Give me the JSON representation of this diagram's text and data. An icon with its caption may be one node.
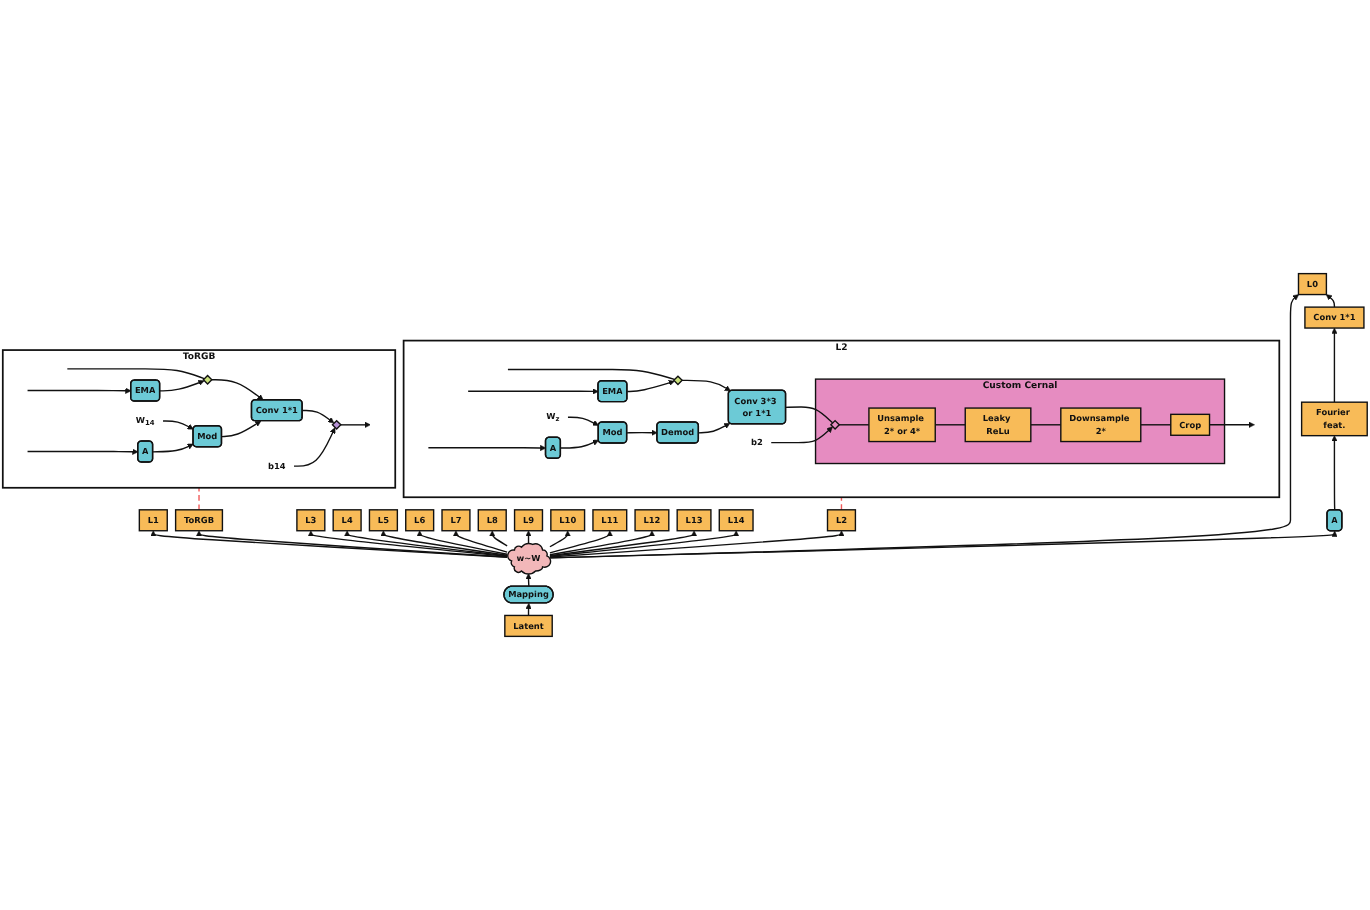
{
  "diagram": {
    "nodes": [
      {
        "text": [
          "L2"
        ]
      },
      {
        "text": [],
        "shape": "diamond",
        "in": 0
      },
      {
        "text": [
          "EMA"
        ],
        "in": 0
      },
      {
        "text": [
          "Conv 3*3 or 1*1"
        ],
        "in": 0
      },
      {
        "text": [
          "Mod"
        ],
        "in": 0
      },
      {
        "text": [
          "Demod"
        ],
        "in": 0
      },
      {
        "text": [
          "A"
        ],
        "in": 0
      },
      {
        "text": [
          "Custom Cernal"
        ],
        "in": 0
      },
      {
        "text": [],
        "shape": "diamond",
        "in": 7
      },
      {
        "text": [
          "Unsample 2* or 4*"
        ],
        "in": 7
      },
      {
        "text": [
          "Leaky ReLu"
        ],
        "in": 7
      },
      {
        "text": [
          "Downsample 2*"
        ],
        "in": 7
      },
      {
        "text": [
          "Crop"
        ],
        "in": 7
      },
      {
        "text": [
          "W$_{z}$"
        ],
        "in": 0
      },
      {
        "text": [
          "b2"
        ],
        "in": 0
      },
      {
        "text": [
          "ToRGB"
        ]
      },
      {
        "text": [],
        "shape": "diamond",
        "in": 15
      },
      {
        "text": [
          "EMA"
        ],
        "in": 15
      },
      {
        "text": [
          "Conv 1*1"
        ],
        "in": 15
      },
      {
        "text": [
          "Mod"
        ],
        "in": 15
      },
      {
        "text": [
          "A"
        ],
        "in": 15
      },
      {
        "text": [],
        "shape": "diamond",
        "in": 15
      },
      {
        "text": [
          "W$_{14}$"
        ],
        "in": 15
      },
      {
        "text": [
          "b14"
        ],
        "in": 15
      },
      {
        "text": [
          "Fourier feat."
        ]
      },
      {
        "text": [
          "Conv 1*1"
        ]
      },
      {
        "text": [
          "L0"
        ]
      },
      {
        "text": [
          "L1"
        ]
      },
      {
        "text": [
          "L2"
        ]
      },
      {
        "text": [
          "L3"
        ]
      },
      {
        "text": [
          "L4"
        ]
      },
      {
        "text": [
          "L5"
        ]
      },
      {
        "text": [
          "L6"
        ]
      },
      {
        "text": [
          "L7"
        ]
      },
      {
        "text": [
          "L8"
        ]
      },
      {
        "text": [
          "L9"
        ]
      },
      {
        "text": [
          "L10"
        ]
      },
      {
        "text": [
          "L11"
        ]
      },
      {
        "text": [
          "L12"
        ]
      },
      {
        "text": [
          "L13"
        ]
      },
      {
        "text": [
          "L14"
        ]
      },
      {
        "text": [
          "ToRGB"
        ]
      },
      {
        "text": [
          "A"
        ]
      },
      {
        "text": [
          "Latent"
        ]
      },
      {
        "text": [
          "Mapping"
        ]
      },
      {
        "text": [
          "w~W"
        ]
      }
    ],
    "edges": [
      {
        "from": null,
        "to": 1,
        "arrow": "none"
      },
      {
        "from": null,
        "to": 2,
        "arrow": "to"
      },
      {
        "from": 2,
        "to": 1,
        "arrow": "to"
      },
      {
        "from": 1,
        "to": 3,
        "arrow": "to"
      },
      {
        "from": 13,
        "to": 4,
        "arrow": "to"
      },
      {
        "from": 6,
        "to": 4,
        "arrow": "to"
      },
      {
        "from": 4,
        "to": 5,
        "arrow": "to"
      },
      {
        "from": 5,
        "to": 3,
        "arrow": "to"
      },
      {
        "from": null,
        "to": 6,
        "arrow": "to"
      },
      {
        "from": 3,
        "to": 8,
        "arrow": "none"
      },
      {
        "from": 14,
        "to": 8,
        "arrow": "to"
      },
      {
        "from": 8,
        "to": 9,
        "arrow": "none"
      },
      {
        "from": 9,
        "to": 10,
        "arrow": "none"
      },
      {
        "from": 10,
        "to": 11,
        "arrow": "none"
      },
      {
        "from": 11,
        "to": 12,
        "arrow": "none"
      },
      {
        "from": 12,
        "to": null,
        "arrow": "to"
      },
      {
        "from": null,
        "to": 16,
        "arrow": "none"
      },
      {
        "from": null,
        "to": 17,
        "arrow": "to"
      },
      {
        "from": 17,
        "to": 16,
        "arrow": "to"
      },
      {
        "from": 16,
        "to": 18,
        "arrow": "to"
      },
      {
        "from": 22,
        "to": 19,
        "arrow": "to"
      },
      {
        "from": 20,
        "to": 19,
        "arrow": "to"
      },
      {
        "from": 19,
        "to": 18,
        "arrow": "to"
      },
      {
        "from": null,
        "to": 20,
        "arrow": "to"
      },
      {
        "from": 18,
        "to": 21,
        "arrow": "to"
      },
      {
        "from": 23,
        "to": 21,
        "arrow": "to"
      },
      {
        "from": 21,
        "to": null,
        "arrow": "to"
      },
      {
        "from": 43,
        "to": 44,
        "arrow": "to"
      },
      {
        "from": 44,
        "to": 45,
        "arrow": "to"
      },
      {
        "from": 45,
        "to": 26,
        "arrow": "to"
      },
      {
        "from": 45,
        "to": 27,
        "arrow": "to"
      },
      {
        "from": 45,
        "to": 28,
        "arrow": "to"
      },
      {
        "from": 45,
        "to": 29,
        "arrow": "to"
      },
      {
        "from": 45,
        "to": 30,
        "arrow": "to"
      },
      {
        "from": 45,
        "to": 31,
        "arrow": "to"
      },
      {
        "from": 45,
        "to": 32,
        "arrow": "to"
      },
      {
        "from": 45,
        "to": 33,
        "arrow": "to"
      },
      {
        "from": 45,
        "to": 34,
        "arrow": "to"
      },
      {
        "from": 45,
        "to": 35,
        "arrow": "to"
      },
      {
        "from": 45,
        "to": 36,
        "arrow": "to"
      },
      {
        "from": 45,
        "to": 37,
        "arrow": "to"
      },
      {
        "from": 45,
        "to": 38,
        "arrow": "to"
      },
      {
        "from": 45,
        "to": 39,
        "arrow": "to"
      },
      {
        "from": 45,
        "to": 40,
        "arrow": "to"
      },
      {
        "from": 45,
        "to": 41,
        "arrow": "to"
      },
      {
        "from": 45,
        "to": 42,
        "arrow": "to"
      },
      {
        "from": 42,
        "to": 24,
        "arrow": "to"
      },
      {
        "from": 24,
        "to": 25,
        "arrow": "to"
      },
      {
        "from": 25,
        "to": 26,
        "arrow": "to"
      },
      {
        "from": 28,
        "to": 0,
        "arrow": "none",
        "style": "dashed",
        "color": "#f05a5a"
      },
      {
        "from": 41,
        "to": 15,
        "arrow": "none",
        "style": "dashed",
        "color": "#f05a5a"
      }
    ]
  }
}
